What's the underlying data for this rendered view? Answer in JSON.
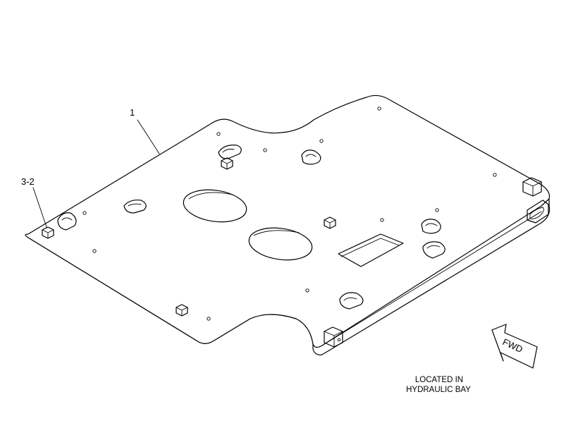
{
  "callouts": {
    "part_main": "1",
    "part_nut": "3-2"
  },
  "note": {
    "line1": "LOCATED IN",
    "line2": "HYDRAULIC BAY"
  },
  "direction_arrow": {
    "label": "FWD"
  }
}
